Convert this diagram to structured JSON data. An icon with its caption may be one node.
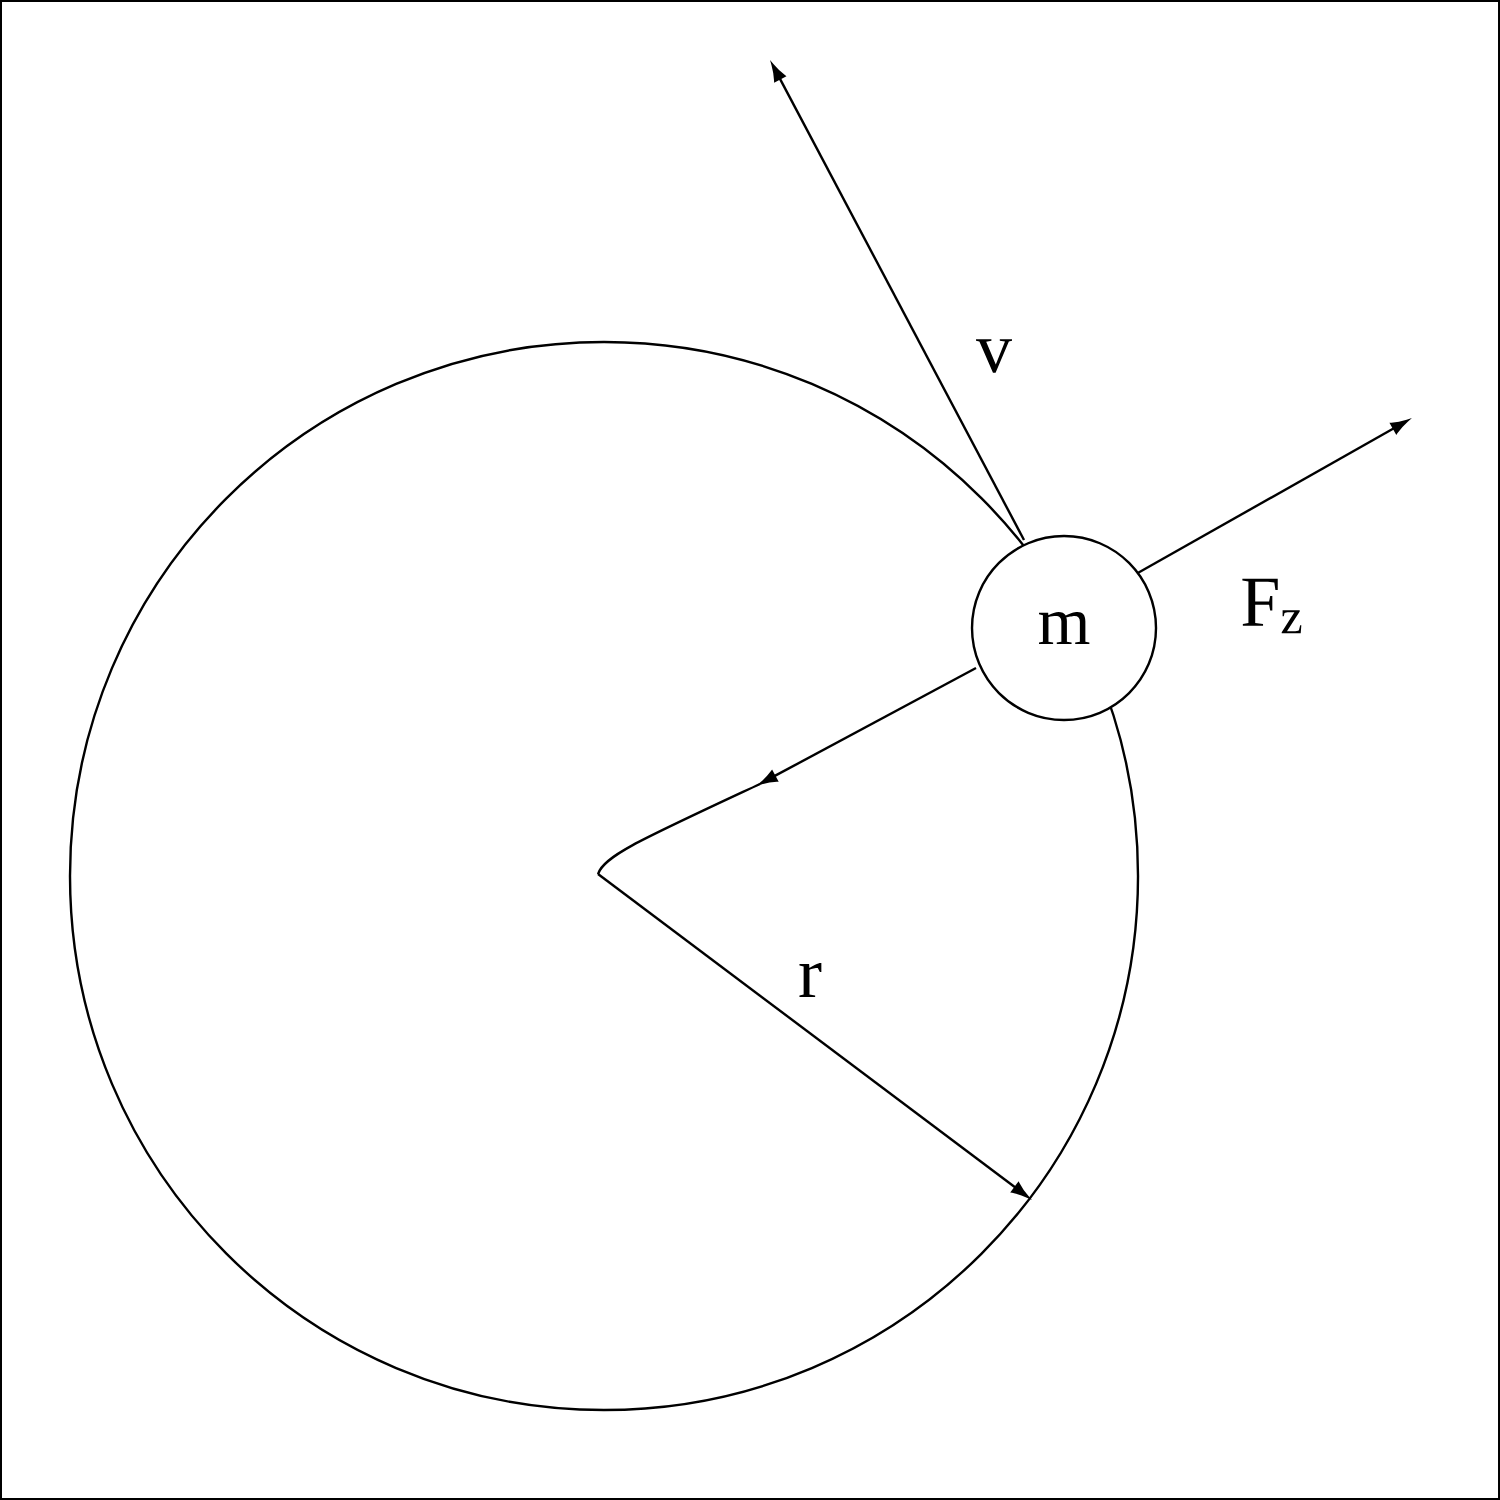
{
  "diagram": {
    "nodes": [
      {
        "text": [
          "m"
        ]
      }
    ],
    "labels": [
      "v",
      "F$_{z}$",
      "r"
    ]
  }
}
